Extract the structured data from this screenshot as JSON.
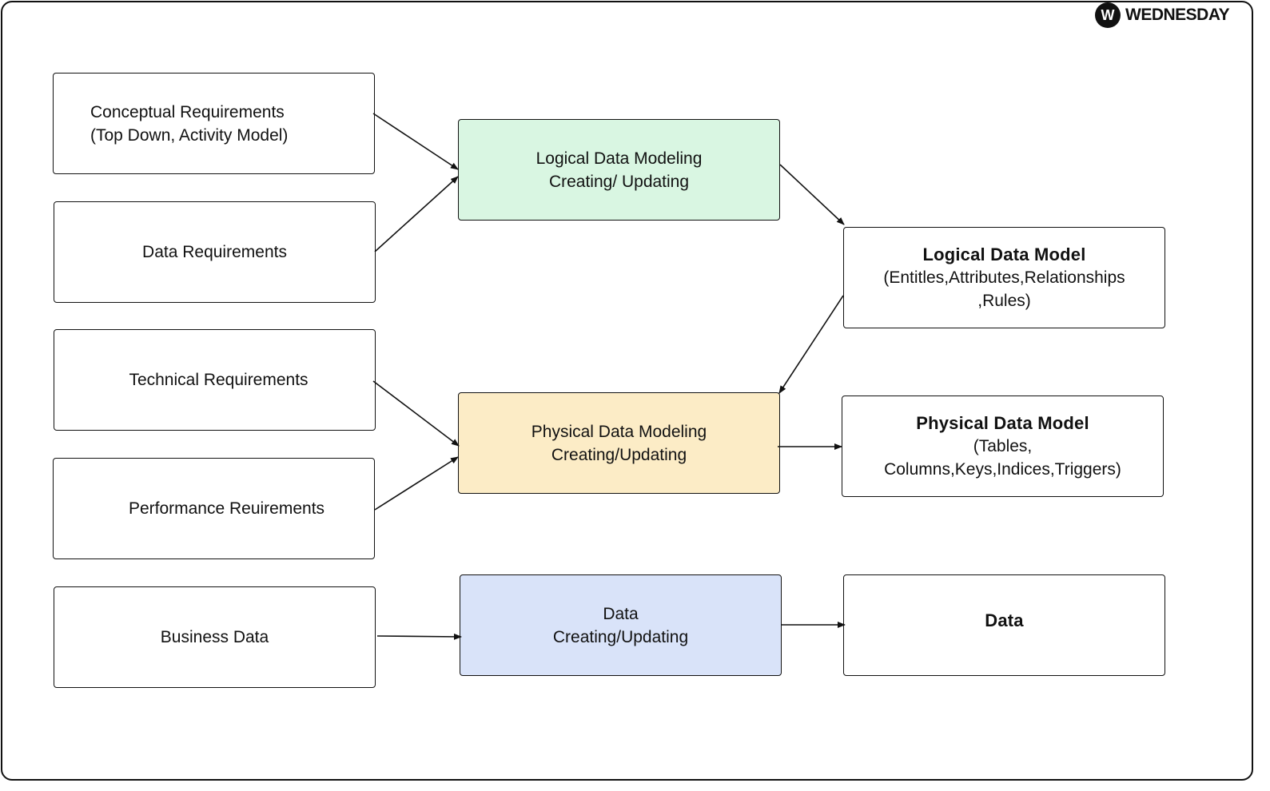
{
  "brand": {
    "name": "WEDNESDAY",
    "logo_glyph": "W"
  },
  "colors": {
    "logical_modeling": "#d9f6e2",
    "physical_modeling": "#fcecc6",
    "data_modeling": "#d9e3f9",
    "stroke": "#111111"
  },
  "boxes": {
    "conceptual_requirements": {
      "line1": "Conceptual Requirements",
      "line2": "(Top Down, Activity Model)"
    },
    "data_requirements": {
      "line1": "Data Requirements"
    },
    "technical_requirements": {
      "line1": "Technical Requirements"
    },
    "performance_requirements": {
      "line1": "Performance Reuirements"
    },
    "business_data": {
      "line1": "Business Data"
    },
    "logical_data_modeling": {
      "line1": "Logical Data Modeling",
      "line2": "Creating/ Updating"
    },
    "physical_data_modeling": {
      "line1": "Physical Data Modeling",
      "line2": "Creating/Updating"
    },
    "data_creating": {
      "line1": "Data",
      "line2": "Creating/Updating"
    },
    "logical_data_model": {
      "title": "Logical Data Model",
      "line1": "(Entitles,Attributes,Relationships",
      "line2": ",Rules)"
    },
    "physical_data_model": {
      "title": "Physical Data Model",
      "line1": "(Tables,",
      "line2": "Columns,Keys,Indices,Triggers)"
    },
    "data_output": {
      "title": "Data"
    }
  }
}
